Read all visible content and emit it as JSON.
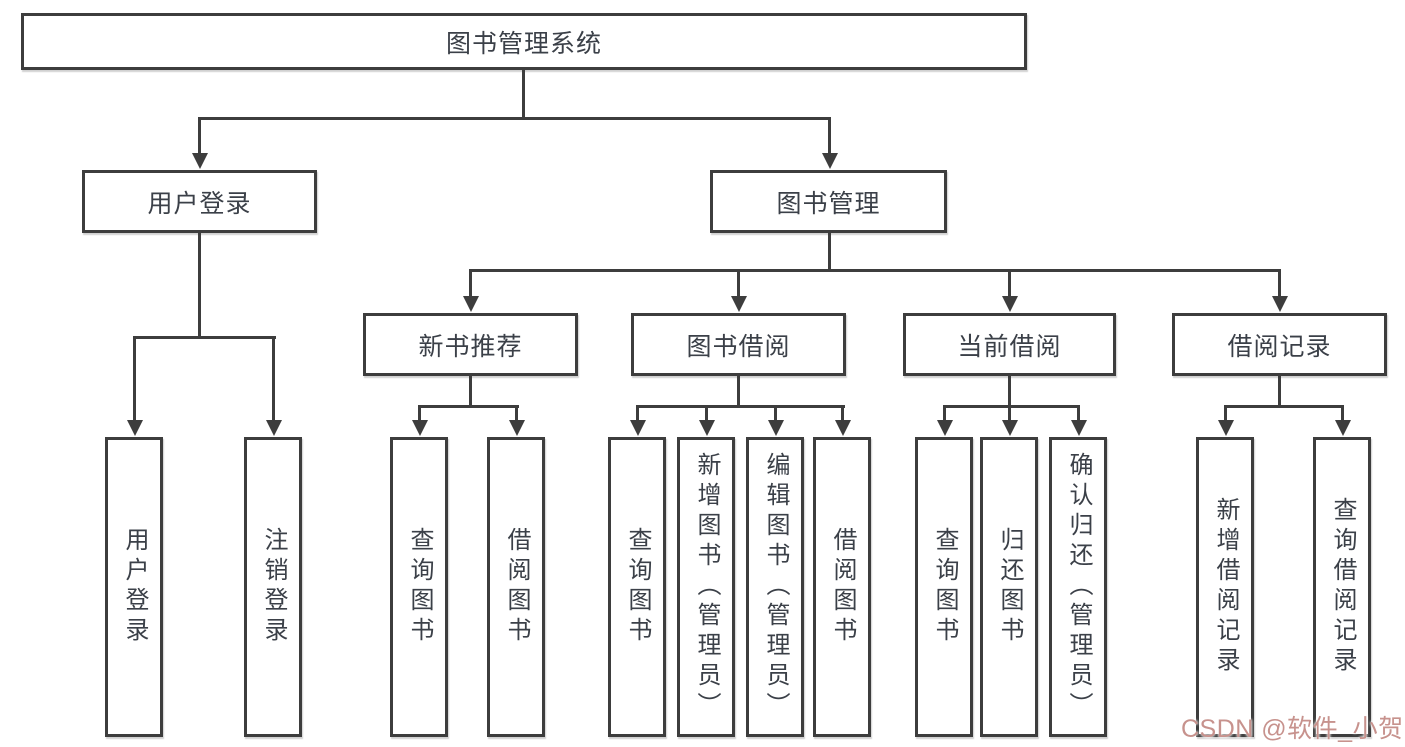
{
  "diagram": {
    "type": "hierarchy-tree",
    "root": {
      "label": "图书管理系统"
    },
    "level2": [
      {
        "label": "用户登录",
        "parent": "图书管理系统"
      },
      {
        "label": "图书管理",
        "parent": "图书管理系统"
      }
    ],
    "level3": [
      {
        "label": "新书推荐",
        "parent": "图书管理"
      },
      {
        "label": "图书借阅",
        "parent": "图书管理"
      },
      {
        "label": "当前借阅",
        "parent": "图书管理"
      },
      {
        "label": "借阅记录",
        "parent": "图书管理"
      }
    ],
    "leaves": [
      {
        "label": "用户登录",
        "parent": "用户登录"
      },
      {
        "label": "注销登录",
        "parent": "用户登录"
      },
      {
        "label": "查询图书",
        "parent": "新书推荐"
      },
      {
        "label": "借阅图书",
        "parent": "新书推荐"
      },
      {
        "label": "查询图书",
        "parent": "图书借阅"
      },
      {
        "label": "新增图书（管理员）",
        "parent": "图书借阅"
      },
      {
        "label": "编辑图书（管理员）",
        "parent": "图书借阅"
      },
      {
        "label": "借阅图书",
        "parent": "图书借阅"
      },
      {
        "label": "查询图书",
        "parent": "当前借阅"
      },
      {
        "label": "归还图书",
        "parent": "当前借阅"
      },
      {
        "label": "确认归还（管理员）",
        "parent": "当前借阅"
      },
      {
        "label": "新增借阅记录",
        "parent": "借阅记录"
      },
      {
        "label": "查询借阅记录",
        "parent": "借阅记录"
      }
    ],
    "watermark": "CSDN @软件_小贺同学",
    "colors": {
      "line": "#3d3d3d",
      "box_border": "#3d3d3d",
      "text": "#3b4048",
      "background": "#ffffff",
      "watermark": "#c7928d"
    }
  }
}
